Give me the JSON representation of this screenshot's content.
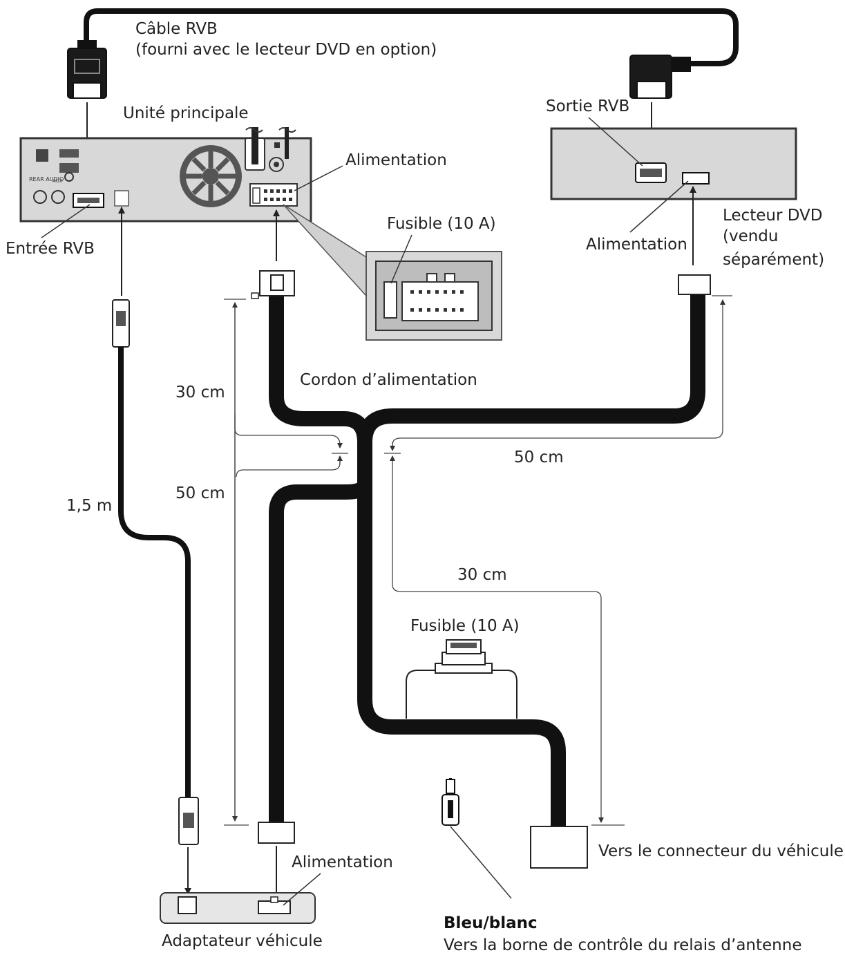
{
  "labels": {
    "rgb_cable": "Câble RVB",
    "rgb_cable_note": "(fourni avec le lecteur DVD en option)",
    "main_unit": "Unité principale",
    "power_main": "Alimentation",
    "rgb_out": "Sortie RVB",
    "rgb_in": "Entrée RVB",
    "fuse_top": "Fusible (10 A)",
    "power_dvd": "Alimentation",
    "dvd_player": "Lecteur DVD",
    "dvd_sold_1": "(vendu",
    "dvd_sold_2": "séparément)",
    "power_cord": "Cordon d’alimentation",
    "dim_30cm_left": "30 cm",
    "dim_50cm_left": "50 cm",
    "dim_1_5m": "1,5 m",
    "dim_50cm_right": "50 cm",
    "dim_30cm_right": "30 cm",
    "fuse_bottom": "Fusible (10 A)",
    "vehicle_connector": "Vers le connecteur du véhicule",
    "power_adapter": "Alimentation",
    "vehicle_adapter": "Adaptateur véhicule",
    "blue_white": "Bleu/blanc",
    "antenna_relay": "Vers la borne de contrôle du relais d’antenne"
  },
  "unit_panel": {
    "rear_audio": "REAR AUDIO",
    "aux": "AUX"
  },
  "colors": {
    "cable": "#111111",
    "panel": "#d8d8d8",
    "line": "#333333"
  }
}
